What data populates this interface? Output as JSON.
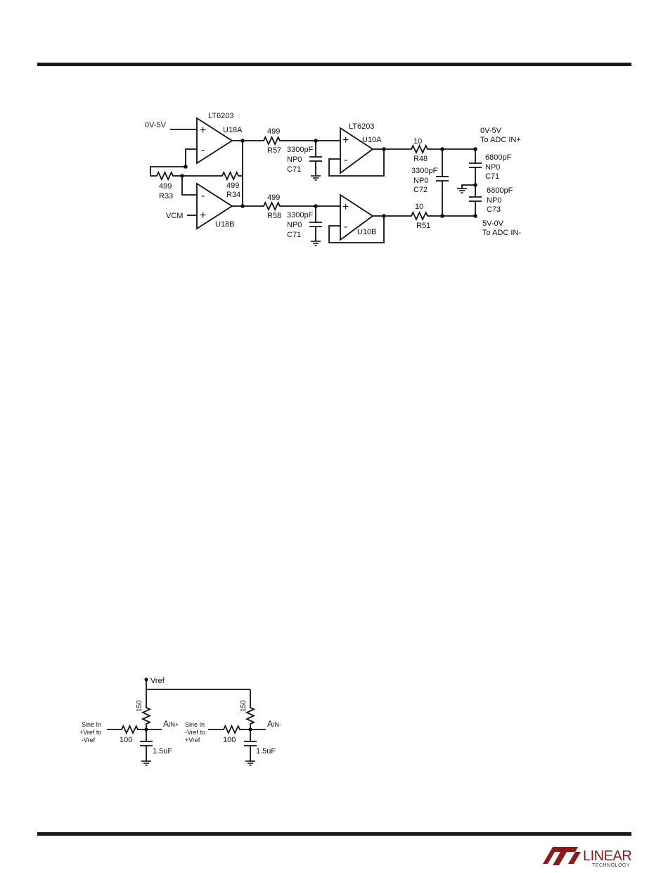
{
  "top_circuit": {
    "in_top": "0V-5V",
    "in_bottom": "VCM",
    "opamp_part_1": "LT6203",
    "opamp_part_2": "LT6203",
    "u18a": "U18A",
    "u18b": "U18B",
    "u10a": "U10A",
    "u10b": "U10B",
    "plus": "+",
    "minus": "-",
    "r33_val": "499",
    "r33": "R33",
    "r34_val": "499",
    "r34": "R34",
    "r57_val": "499",
    "r57": "R57",
    "r58_val": "499",
    "r58": "R58",
    "c_top_val": "3300pF",
    "c_top_np0": "NP0",
    "c_top_ref": "C71",
    "c_bot_val": "3300pF",
    "c_bot_np0": "NP0",
    "c_bot_ref": "C71",
    "r48_val": "10",
    "r48": "R48",
    "r51_val": "10",
    "r51": "R51",
    "c72_val": "3300pF",
    "c72_np0": "NP0",
    "c72": "C72",
    "c71b_val": "6800pF",
    "c71b_np0": "NP0",
    "c71b": "C71",
    "c73_val": "6800pF",
    "c73_np0": "NP0",
    "c73": "C73",
    "out_top_1": "0V-5V",
    "out_top_2": "To ADC IN+",
    "out_bot_1": "5V-0V",
    "out_bot_2": "To ADC IN-"
  },
  "bottom_circuit": {
    "vref": "Vref",
    "l_in_1": "Sine In",
    "l_in_2": "+Vref to",
    "l_in_3": "-Vref",
    "l_r": "100",
    "l_rv": "150",
    "l_c": "1.5uF",
    "l_out_a": "A",
    "l_out_sub": "IN+",
    "r_in_1": "Sine In",
    "r_in_2": "-Vref to",
    "r_in_3": "+Vref",
    "r_r": "100",
    "r_rv": "150",
    "r_c": "1.5uF",
    "r_out_a": "A",
    "r_out_sub": "IN-"
  },
  "footer": {
    "logo_word": "LINEAR",
    "logo_sub": "TECHNOLOGY",
    "logo_color": "#8b1a1a"
  }
}
